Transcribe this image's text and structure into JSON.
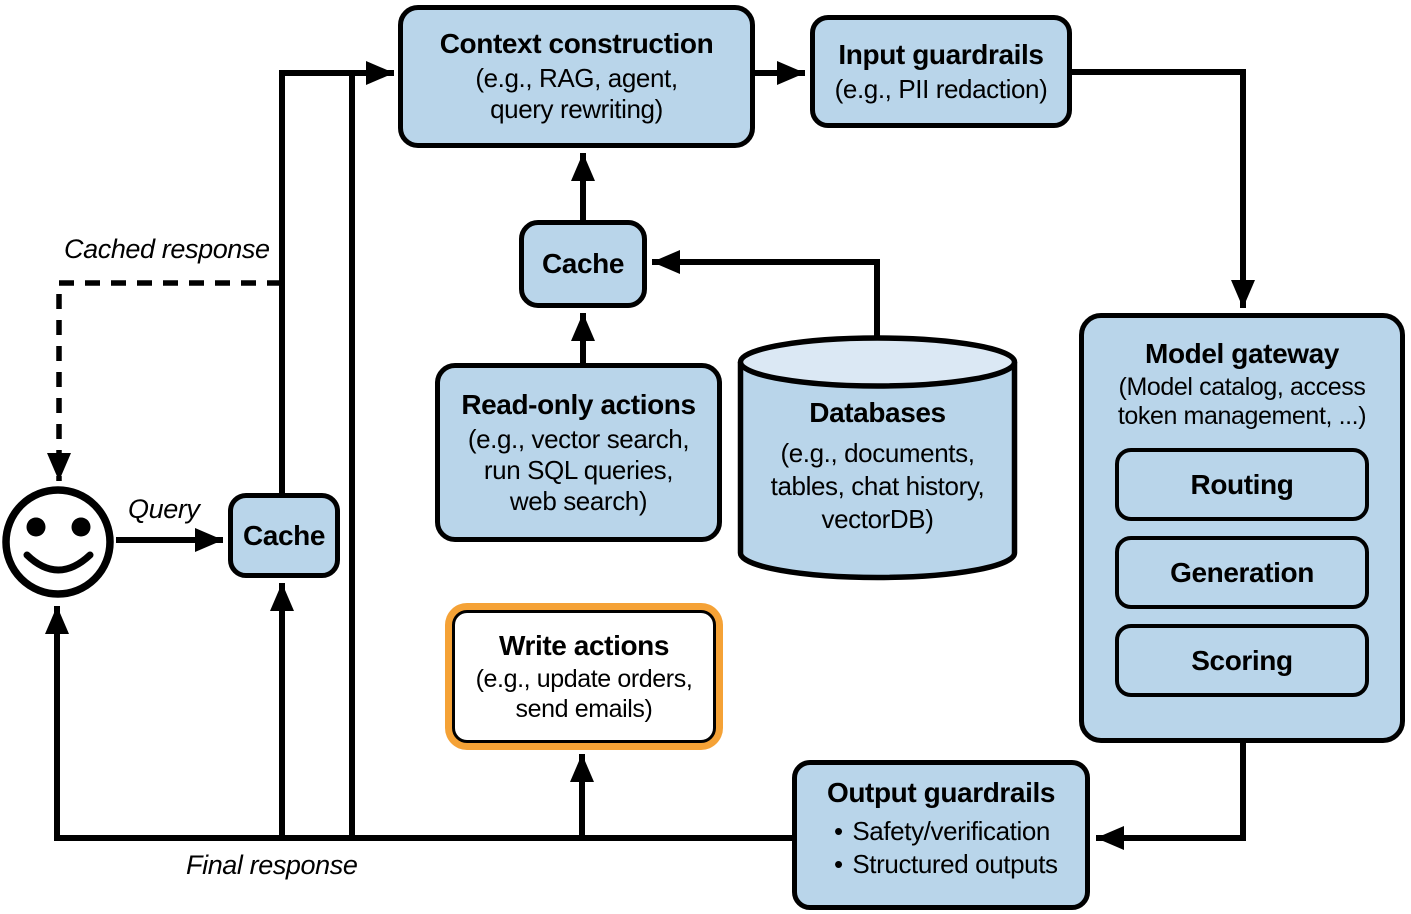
{
  "colors": {
    "node_fill": "#b9d5ea",
    "cylinder_top_fill": "#dbe8f4",
    "line_color": "#000000",
    "write_actions_border": "#f5a236",
    "background": "#ffffff"
  },
  "nodes": {
    "user": {
      "icon": "smiley-face-user"
    },
    "query_cache": {
      "label": "Cache"
    },
    "context_construction": {
      "title": "Context construction",
      "subtitle": "(e.g., RAG, agent,\nquery rewriting)"
    },
    "input_guardrails": {
      "title": "Input guardrails",
      "subtitle": "(e.g., PII redaction)"
    },
    "intermediate_cache": {
      "label": "Cache"
    },
    "read_only_actions": {
      "title": "Read-only actions",
      "subtitle": "(e.g., vector search,\nrun SQL queries,\nweb search)"
    },
    "databases": {
      "title": "Databases",
      "subtitle": "(e.g., documents,\ntables, chat history,\nvectorDB)"
    },
    "model_gateway": {
      "title": "Model gateway",
      "subtitle": "(Model catalog, access\ntoken management, ...)",
      "components": [
        "Routing",
        "Generation",
        "Scoring"
      ]
    },
    "write_actions": {
      "title": "Write actions",
      "subtitle": "(e.g., update orders,\nsend emails)"
    },
    "output_guardrails": {
      "title": "Output guardrails",
      "bullet_glyph": "•",
      "items": [
        "Safety/verification",
        "Structured outputs"
      ]
    }
  },
  "edge_labels": {
    "query": "Query",
    "cached_response": "Cached response",
    "final_response": "Final response"
  }
}
